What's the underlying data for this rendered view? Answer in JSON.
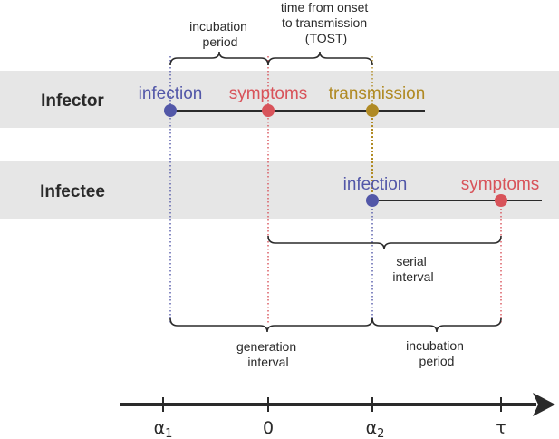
{
  "colors": {
    "infection": "#5257a8",
    "symptoms": "#d8535a",
    "transmission": "#b08a24",
    "lane_bg": "#e6e6e6",
    "ink": "#2a2a2a"
  },
  "lanes": {
    "infector": {
      "label": "Infector",
      "events": {
        "infection": "infection",
        "symptoms": "symptoms",
        "transmission": "transmission"
      }
    },
    "infectee": {
      "label": "Infectee",
      "events": {
        "infection": "infection",
        "symptoms": "symptoms"
      }
    }
  },
  "intervals": {
    "incubation_top": [
      "incubation",
      "period"
    ],
    "tost": [
      "time from onset",
      "to transmission",
      "(TOST)"
    ],
    "serial": [
      "serial",
      "interval"
    ],
    "generation": [
      "generation",
      "interval"
    ],
    "incubation_bottom": [
      "incubation",
      "period"
    ]
  },
  "axis": {
    "ticks": {
      "alpha1": {
        "symbol": "α",
        "sub": "1"
      },
      "zero": {
        "symbol": "0",
        "sub": ""
      },
      "alpha2": {
        "symbol": "α",
        "sub": "2"
      },
      "tau": {
        "symbol": "τ",
        "sub": ""
      }
    }
  }
}
